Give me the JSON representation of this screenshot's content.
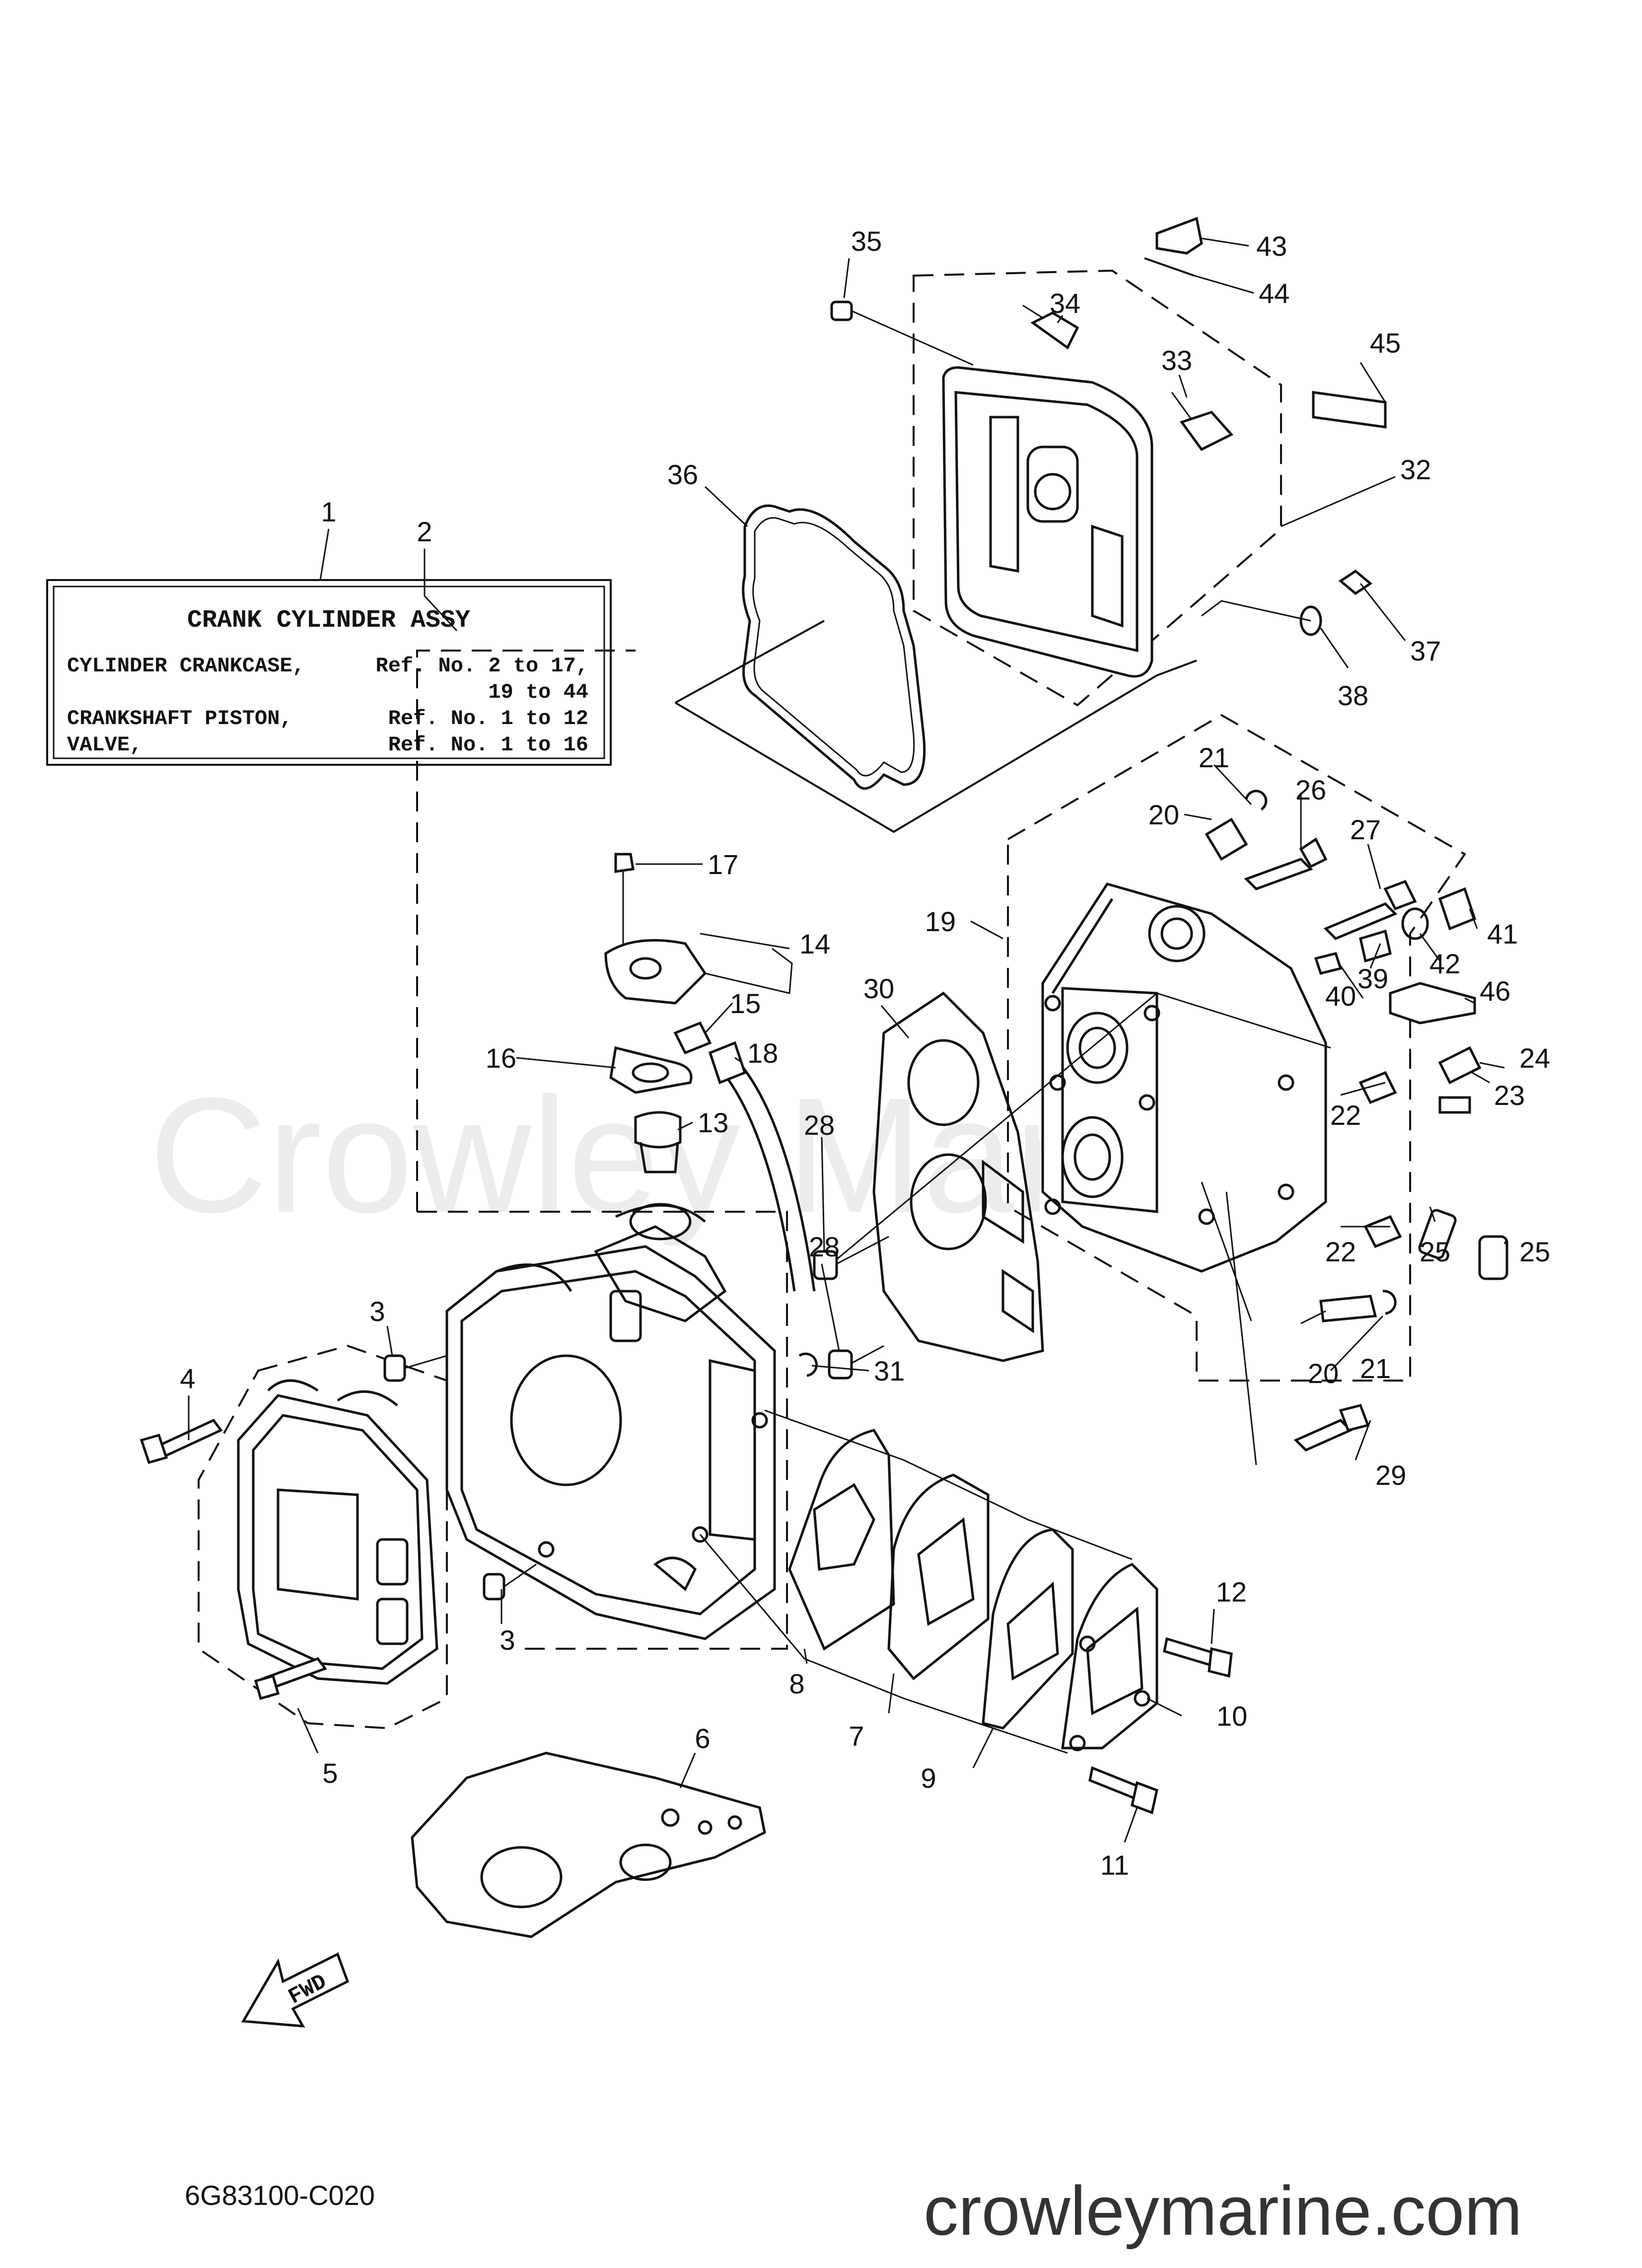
{
  "title_box": {
    "heading": "CRANK  CYLINDER ASSY",
    "rows": [
      {
        "label": "CYLINDER CRANKCASE,",
        "ref": "Ref. No. 2 to 17,"
      },
      {
        "label": "",
        "ref": "19 to 44"
      },
      {
        "label": "CRANKSHAFT PISTON,",
        "ref": "Ref. No. 1 to 12"
      },
      {
        "label": "VALVE,",
        "ref": "Ref. No. 1 to 16"
      }
    ]
  },
  "callouts": [
    "1",
    "2",
    "3",
    "3",
    "4",
    "5",
    "6",
    "7",
    "8",
    "9",
    "10",
    "11",
    "12",
    "13",
    "14",
    "15",
    "16",
    "17",
    "18",
    "19",
    "20",
    "20",
    "21",
    "21",
    "22",
    "22",
    "23",
    "24",
    "25",
    "25",
    "26",
    "27",
    "28",
    "28",
    "29",
    "30",
    "31",
    "32",
    "33",
    "34",
    "35",
    "36",
    "37",
    "38",
    "39",
    "40",
    "41",
    "42",
    "43",
    "44",
    "45",
    "46"
  ],
  "fwd_label": "FWD",
  "diagram_code": "6G83100-C020",
  "watermark": "Crowley Marine",
  "website": "crowleymarine.com"
}
